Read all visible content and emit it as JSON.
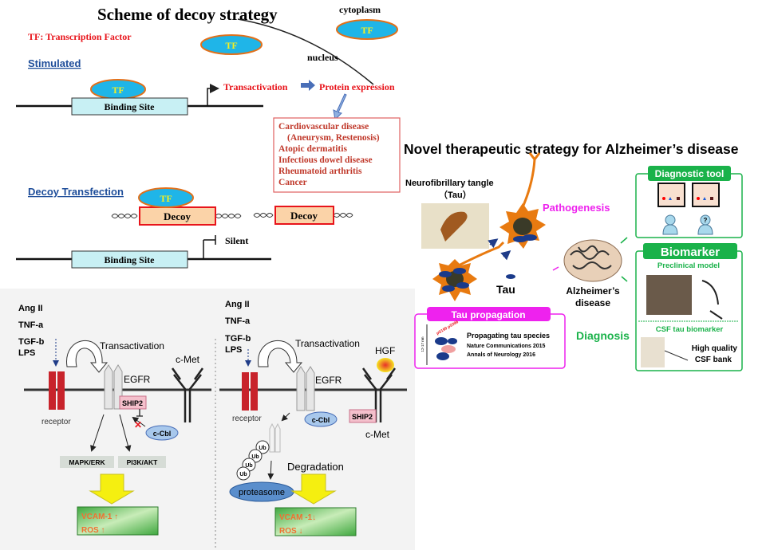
{
  "decoy": {
    "title": "Scheme of decoy strategy",
    "tf_legend": "TF: Transcription Factor",
    "tf": "TF",
    "cytoplasm": "cytoplasm",
    "nucleus": "nucleus",
    "stimulated": "Stimulated",
    "binding_site": "Binding Site",
    "transactivation": "Transactivation",
    "protein_expression": "Protein expression",
    "diseases": [
      "Cardiovascular disease",
      "(Aneurysm, Restenosis)",
      "Atopic dermatitis",
      "Infectious dowel disease",
      "Rheumatoid arthritis",
      "Cancer"
    ],
    "decoy_transfection": "Decoy Transfection",
    "decoy": "Decoy",
    "silent": "Silent"
  },
  "pathway": {
    "left": {
      "stimuli": [
        "Ang II",
        "TNF-a",
        "TGF-b",
        "LPS"
      ],
      "transactivation": "Transactivation",
      "egfr": "EGFR",
      "cmet": "c-Met",
      "receptor": "receptor",
      "ship2": "SHIP2",
      "ccbl": "c-Cbl",
      "mapk": "MAPK/ERK",
      "pi3k": "PI3K/AKT",
      "vcam": "VCAM-1 ↑",
      "ros": "ROS ↑"
    },
    "right": {
      "stimuli": [
        "Ang II",
        "TNF-a",
        "TGF-b",
        "LPS"
      ],
      "transactivation": "Transactivation",
      "egfr": "EGFR",
      "hgf": "HGF",
      "cmet": "c-Met",
      "receptor": "receptor",
      "ship2": "SHIP2",
      "ccbl": "c-Cbl",
      "ub": "Ub",
      "proteasome": "proteasome",
      "degradation": "Degradation",
      "vcam": "VCAM -1↓",
      "ros": "ROS ↓"
    }
  },
  "alzheimer": {
    "title": "Novel therapeutic strategy for Alzheimer’s disease",
    "nft": "Neurofibrillary tangle",
    "nft_sub": "（Tau）",
    "pathogenesis": "Pathogenesis",
    "tau": "Tau",
    "ad": [
      "Alzheimer’s",
      "disease"
    ],
    "diagnosis": "Diagnosis",
    "diagnostic_tool": "Diagnostic tool",
    "biomarker": "Biomarker",
    "preclinical": "Preclinical model",
    "csf_tau": "CSF tau biomarker",
    "csf_bank": [
      "High quality",
      "CSF bank"
    ],
    "tau_propagation": "Tau propagation",
    "propagating": "Propagating tau species",
    "refs": [
      "Nature Communications 2015",
      "Annals of Neurology 2016"
    ],
    "scale": "12-17 nm",
    "phospho": "pS199 pS396"
  },
  "colors": {
    "red": "#e8141b",
    "tf_fill": "#1fb5e8",
    "tf_stroke": "#e2701a",
    "blue_text": "#1f4e9a",
    "green": "#1ab24a",
    "magenta": "#ee22ee",
    "orange": "#e87a10",
    "membrane": "#333333",
    "receptor": "#c8232b",
    "yellow": "#f5ef10"
  }
}
